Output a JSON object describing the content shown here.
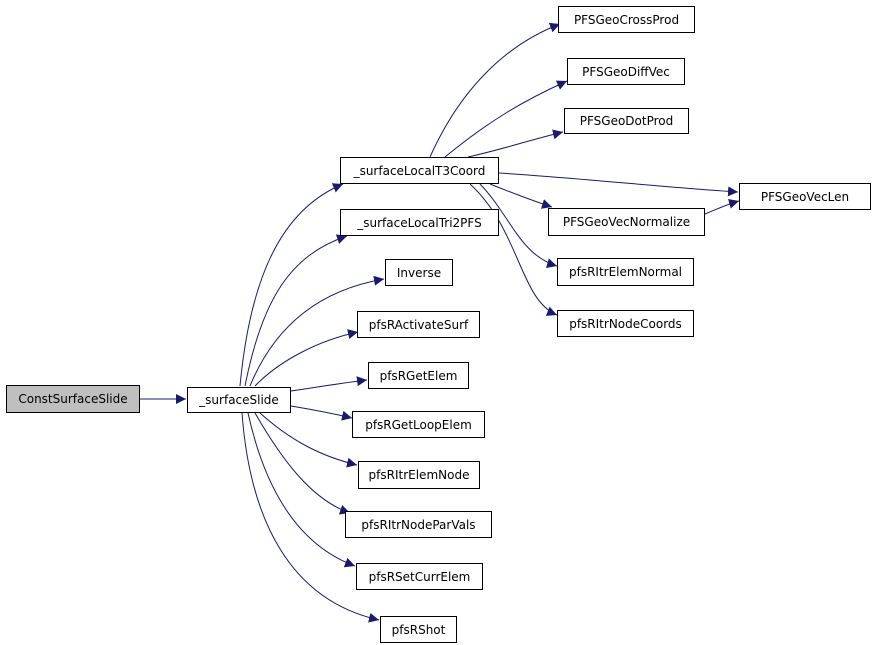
{
  "colors": {
    "edge": "#191970",
    "root_fill": "#bfbfbf",
    "node_fill": "#ffffff",
    "border": "#000000"
  },
  "nodes": {
    "root": "ConstSurfaceSlide",
    "surfaceSlide": "_surfaceSlide",
    "surfaceLocalT3Coord": "_surfaceLocalT3Coord",
    "surfaceLocalTri2PFS": "_surfaceLocalTri2PFS",
    "inverse": "Inverse",
    "pfsRActivateSurf": "pfsRActivateSurf",
    "pfsRGetElem": "pfsRGetElem",
    "pfsRGetLoopElem": "pfsRGetLoopElem",
    "pfsRItrElemNode": "pfsRItrElemNode",
    "pfsRItrNodeParVals": "pfsRItrNodeParVals",
    "pfsRSetCurrElem": "pfsRSetCurrElem",
    "pfsRShot": "pfsRShot",
    "pfsGeoCrossProd": "PFSGeoCrossProd",
    "pfsGeoDiffVec": "PFSGeoDiffVec",
    "pfsGeoDotProd": "PFSGeoDotProd",
    "pfsGeoVecLen": "PFSGeoVecLen",
    "pfsGeoVecNormalize": "PFSGeoVecNormalize",
    "pfsRItrElemNormal": "pfsRItrElemNormal",
    "pfsRItrNodeCoords": "pfsRItrNodeCoords"
  },
  "edges": [
    [
      "root",
      "surfaceSlide"
    ],
    [
      "surfaceSlide",
      "surfaceLocalT3Coord"
    ],
    [
      "surfaceSlide",
      "surfaceLocalTri2PFS"
    ],
    [
      "surfaceSlide",
      "inverse"
    ],
    [
      "surfaceSlide",
      "pfsRActivateSurf"
    ],
    [
      "surfaceSlide",
      "pfsRGetElem"
    ],
    [
      "surfaceSlide",
      "pfsRGetLoopElem"
    ],
    [
      "surfaceSlide",
      "pfsRItrElemNode"
    ],
    [
      "surfaceSlide",
      "pfsRItrNodeParVals"
    ],
    [
      "surfaceSlide",
      "pfsRSetCurrElem"
    ],
    [
      "surfaceSlide",
      "pfsRShot"
    ],
    [
      "surfaceLocalT3Coord",
      "pfsGeoCrossProd"
    ],
    [
      "surfaceLocalT3Coord",
      "pfsGeoDiffVec"
    ],
    [
      "surfaceLocalT3Coord",
      "pfsGeoDotProd"
    ],
    [
      "surfaceLocalT3Coord",
      "pfsGeoVecLen"
    ],
    [
      "surfaceLocalT3Coord",
      "pfsGeoVecNormalize"
    ],
    [
      "surfaceLocalT3Coord",
      "pfsRItrElemNormal"
    ],
    [
      "surfaceLocalT3Coord",
      "pfsRItrNodeCoords"
    ],
    [
      "pfsGeoVecNormalize",
      "pfsGeoVecLen"
    ]
  ]
}
